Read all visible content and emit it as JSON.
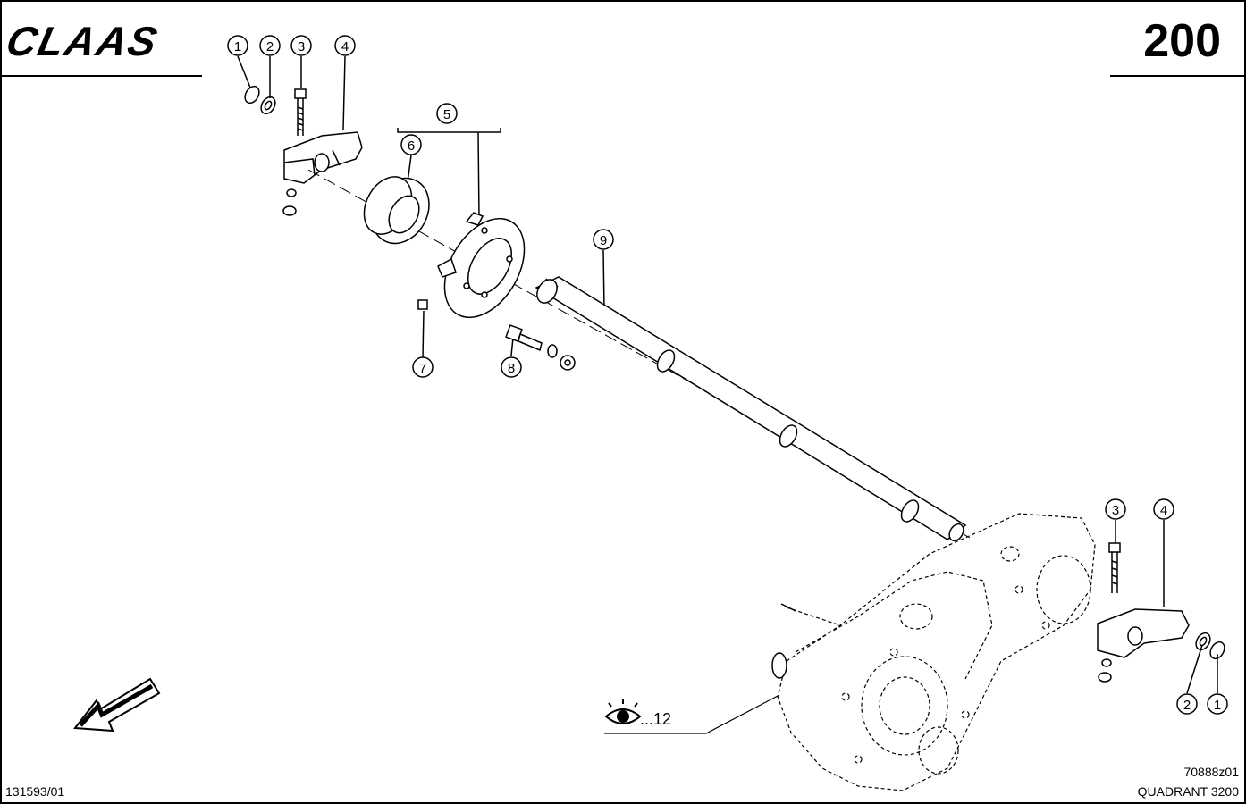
{
  "header": {
    "brand": "CLAAS",
    "page_number": "200"
  },
  "footer": {
    "doc_code": "131593/01",
    "drawing_id": "70888z01",
    "model": "QUADRANT 3200"
  },
  "callouts": {
    "top_1": "1",
    "top_2": "2",
    "top_3": "3",
    "top_4": "4",
    "c5": "5",
    "c6": "6",
    "c7": "7",
    "c8": "8",
    "c9": "9",
    "right_3": "3",
    "right_4": "4",
    "right_2": "2",
    "right_1": "1"
  },
  "reference": {
    "see_label": "...12"
  },
  "icons": [
    "eye-icon",
    "direction-arrow-icon"
  ]
}
